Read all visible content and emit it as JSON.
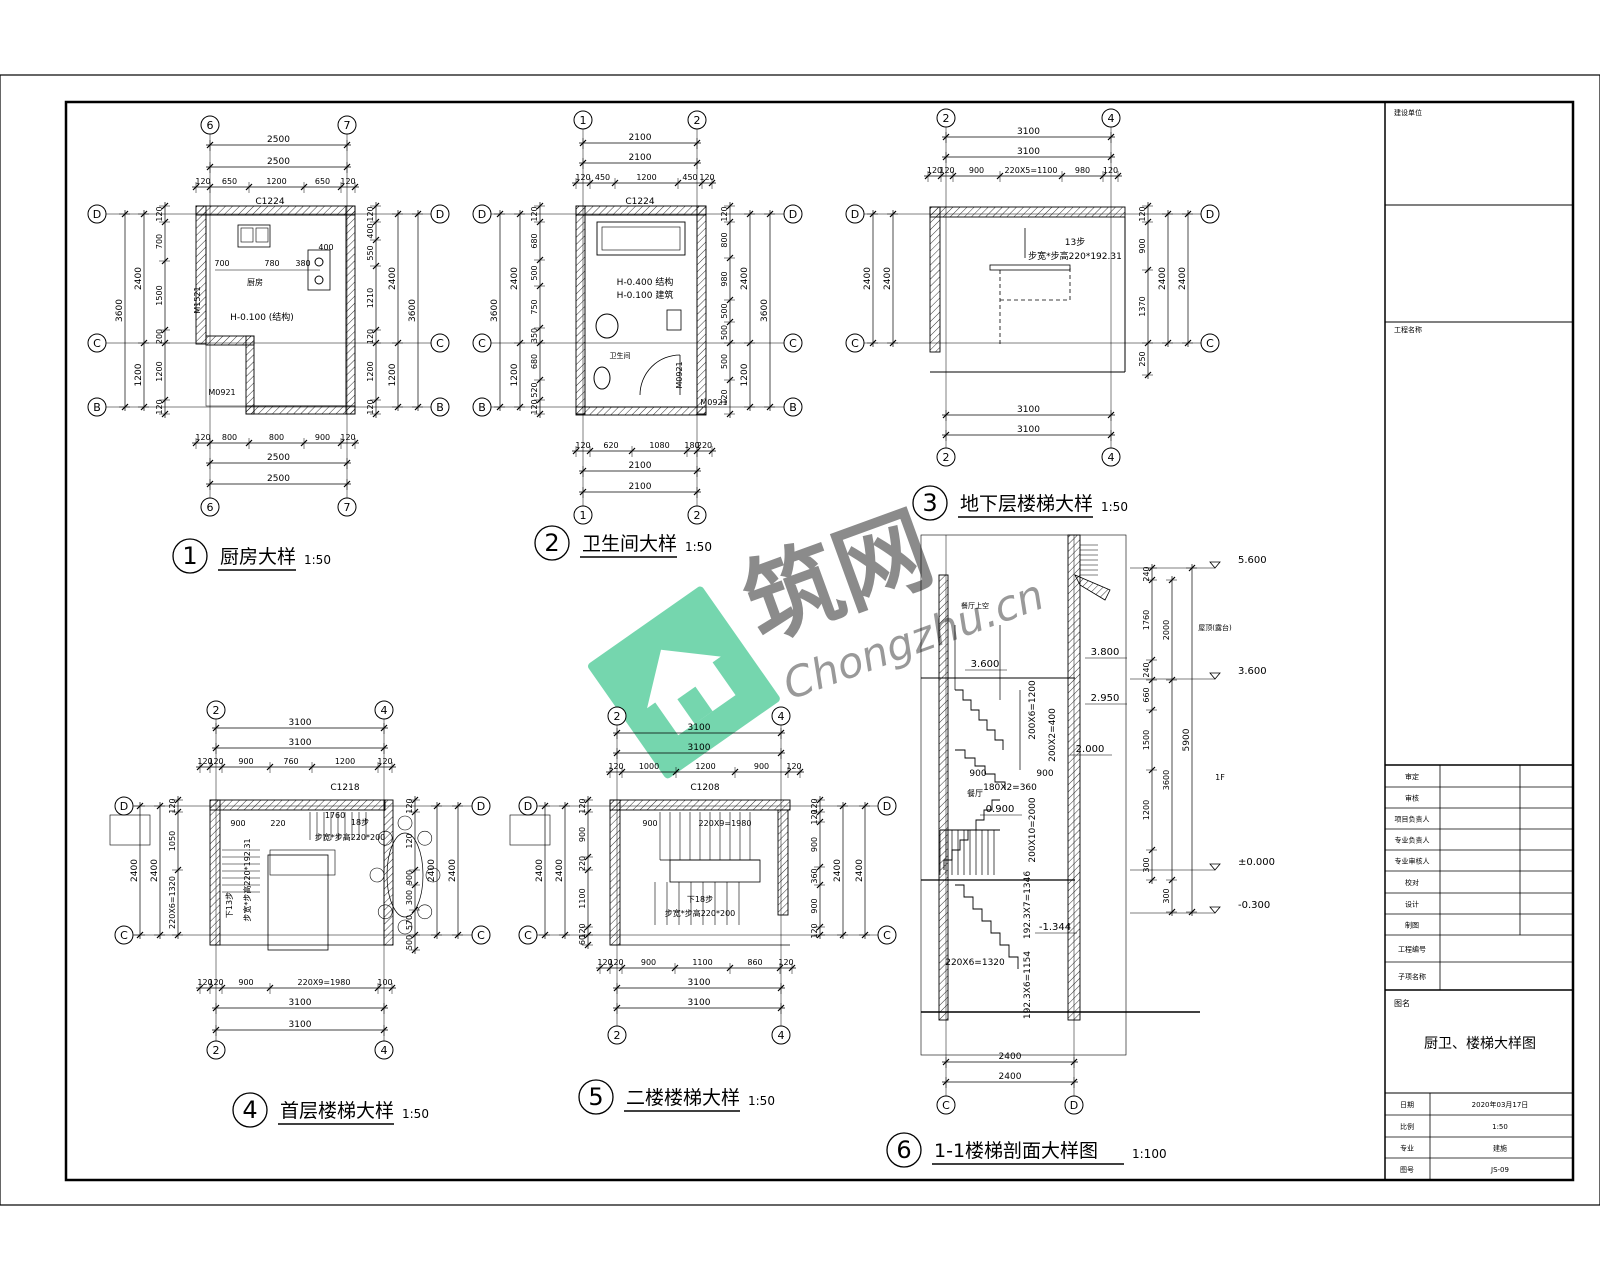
{
  "watermark": {
    "cn": "筑网",
    "en": "Chongzhu.cn"
  },
  "titles": [
    {
      "num": "1",
      "name": "厨房大样",
      "scale": "1:50"
    },
    {
      "num": "2",
      "name": "卫生间大样",
      "scale": "1:50"
    },
    {
      "num": "3",
      "name": "地下层楼梯大样",
      "scale": "1:50"
    },
    {
      "num": "4",
      "name": "首层楼梯大样",
      "scale": "1:50"
    },
    {
      "num": "5",
      "name": "二楼楼梯大样",
      "scale": "1:50"
    },
    {
      "num": "6",
      "name": "1-1楼梯剖面大样图",
      "scale": "1:100"
    }
  ],
  "kitchen": {
    "axes_x": [
      "6",
      "7"
    ],
    "axes_y": [
      "D",
      "C",
      "B"
    ],
    "top_dims": [
      "2500",
      "2500"
    ],
    "top_detail": [
      "120",
      "650",
      "1200",
      "650",
      "120"
    ],
    "bot_dims": [
      "2500",
      "2500"
    ],
    "bot_detail": [
      "120",
      "800",
      "800",
      "900",
      "120"
    ],
    "left_total": "3600",
    "left_sub": [
      "2400",
      "1200"
    ],
    "left_detail": [
      "120",
      "700",
      "1500",
      "200",
      "1200",
      "120"
    ],
    "right_total": "3600",
    "right_sub": [
      "2400",
      "1200"
    ],
    "right_detail": [
      "120",
      "400",
      "550",
      "1210",
      "120",
      "1200",
      "120"
    ],
    "window": "C1224",
    "door_side": "M1521",
    "door_bot": "M0921",
    "room": "厨房",
    "level": "H-0.100 (结构)",
    "inner": [
      "700",
      "780",
      "380",
      "400"
    ]
  },
  "bath": {
    "axes_x": [
      "1",
      "2"
    ],
    "axes_y": [
      "D",
      "C",
      "B"
    ],
    "top_dims": [
      "2100",
      "2100"
    ],
    "top_detail": [
      "120",
      "450",
      "1200",
      "450",
      "120"
    ],
    "bot_dims": [
      "2100",
      "2100"
    ],
    "bot_detail": [
      "120",
      "620",
      "1080",
      "180",
      "220"
    ],
    "left_total": "3600",
    "left_sub": [
      "2400",
      "1200"
    ],
    "left_detail": [
      "120",
      "680",
      "500",
      "750",
      "350",
      "680",
      "520",
      "120"
    ],
    "right_total": "3600",
    "right_sub": [
      "2400",
      "1200"
    ],
    "right_detail": [
      "120",
      "800",
      "980",
      "500",
      "500",
      "500",
      "120"
    ],
    "window": "C1224",
    "door1": "M0921",
    "door2": "M0921",
    "room": "卫生间",
    "levels": [
      "H-0.400 结构",
      "H-0.100 建筑"
    ]
  },
  "basement": {
    "axes_x": [
      "2",
      "4"
    ],
    "axes_y": [
      "D",
      "C"
    ],
    "top_dims": [
      "3100",
      "3100"
    ],
    "top_detail": [
      "120",
      "120",
      "900",
      "220X5=1100",
      "980",
      "120"
    ],
    "bot_dims": [
      "3100",
      "3100"
    ],
    "left": [
      "2400",
      "2400"
    ],
    "right": [
      "120",
      "900",
      "1370",
      "250",
      "2400",
      "2400"
    ],
    "step_note": "13步",
    "step_note2": "步宽*步高220*192.31"
  },
  "first": {
    "axes_x": [
      "2",
      "4"
    ],
    "axes_y": [
      "D",
      "C"
    ],
    "top_dims": [
      "3100",
      "3100"
    ],
    "top_detail": [
      "120",
      "120",
      "900",
      "760",
      "1200",
      "120"
    ],
    "bot_dims": [
      "3100",
      "3100"
    ],
    "bot_detail": [
      "120",
      "120",
      "900",
      "220X9=1980",
      "100"
    ],
    "window": "C1218",
    "left": [
      "2400",
      "2400",
      "1050",
      "120",
      "120",
      "220X6=1320"
    ],
    "right": [
      "120",
      "120",
      "900",
      "300",
      "570",
      "500",
      "250",
      "2400",
      "2400"
    ],
    "inner": [
      "900",
      "220",
      "1760",
      "18步"
    ],
    "notes": [
      "步宽*步高220*200",
      "步宽*步高220*192.31",
      "下13步"
    ]
  },
  "second": {
    "axes_x": [
      "2",
      "4"
    ],
    "axes_y": [
      "D",
      "C"
    ],
    "top_dims": [
      "3100",
      "3100"
    ],
    "top_detail": [
      "120",
      "1000",
      "1200",
      "900",
      "120"
    ],
    "bot_dims": [
      "3100",
      "3100"
    ],
    "bot_detail": [
      "120",
      "120",
      "900",
      "1100",
      "860",
      "120"
    ],
    "window": "C1208",
    "left": [
      "120",
      "900",
      "220",
      "1100",
      "120",
      "60",
      "2400",
      "2400"
    ],
    "right": [
      "120",
      "120",
      "900",
      "360",
      "900",
      "120",
      "2400",
      "2400"
    ],
    "inner": [
      "900",
      "220X9=1980"
    ],
    "notes": [
      "下18步",
      "步宽*步高220*200"
    ]
  },
  "section": {
    "axes_x": [
      "C",
      "D"
    ],
    "bot_dims": [
      "2400",
      "2400"
    ],
    "levels": [
      "5.600",
      "3.600",
      "±0.000",
      "-0.300"
    ],
    "inner_levels": [
      "3.600",
      "3.800",
      "2.950",
      "2.000",
      "0.900",
      "-1.344"
    ],
    "right_dims": [
      "240",
      "1760",
      "240",
      "660",
      "1500",
      "1200",
      "300"
    ],
    "right_dims2": [
      "2000",
      "3600",
      "300"
    ],
    "total": "5900",
    "floor": "1F",
    "roof": "屋顶(露台)",
    "stair_labels": [
      "200X6=1200",
      "200X2=400",
      "180X2=360",
      "200X10=2000",
      "192.3X7=1346",
      "220X6=1320",
      "192.3X6=1154"
    ],
    "rooms": [
      "餐厅上空",
      "餐厅"
    ],
    "inner_dims": [
      "900",
      "900"
    ]
  },
  "titleblock": {
    "top": "建设单位",
    "project": "工程名称",
    "rows": [
      "审定",
      "审核",
      "项目负责人",
      "专业负责人",
      "专业审核人",
      "校对",
      "设计",
      "制图",
      "工程编号",
      "子项名称"
    ],
    "drawing_label": "图名",
    "drawing_name": "厨卫、楼梯大样图",
    "bottom_rows": [
      {
        "k": "日期",
        "v": "2020年03月17日"
      },
      {
        "k": "比例",
        "v": "1:50"
      },
      {
        "k": "专业",
        "v": "建施"
      },
      {
        "k": "图号",
        "v": "JS-09"
      }
    ]
  }
}
